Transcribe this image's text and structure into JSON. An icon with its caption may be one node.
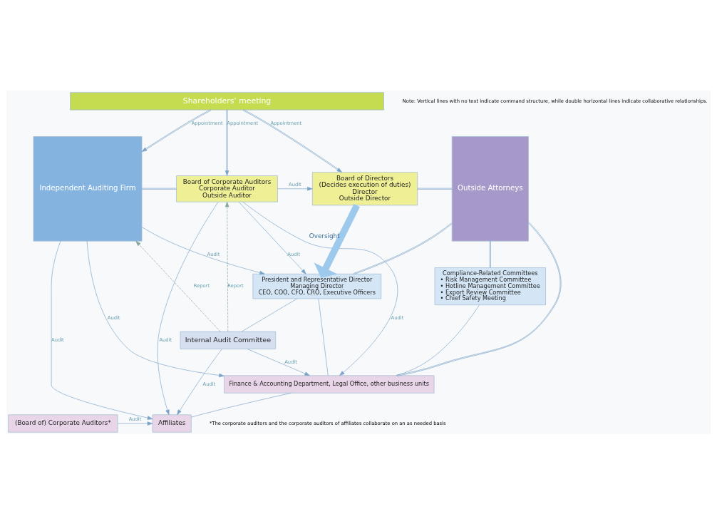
{
  "diagram": {
    "nodes": [
      {
        "text": [
          "Shareholders’ meeting"
        ]
      },
      {
        "text": [
          "Independent Auditing Firm"
        ]
      },
      {
        "text": [
          "Board of Corporate Auditors",
          "Corporate Auditor",
          "Outside Auditor"
        ]
      },
      {
        "text": [
          "Board of Directors",
          "(Decides execution of duties)",
          "Director",
          "Outside Director"
        ]
      },
      {
        "text": [
          "President and Representative Director",
          "Managing Director",
          "CEO, COO, CFO, CRO, Executive Officers"
        ]
      },
      {
        "text": [
          "Compliance-Related Committees",
          "• Risk Management Committee",
          "• Hotline Management Committee",
          "• Export Review Committee",
          "• Chief Safety Meeting"
        ]
      },
      {
        "text": [
          "Outside Attorneys"
        ]
      },
      {
        "text": [
          "Internal Audit Committee"
        ]
      },
      {
        "text": [
          "Finance & Accounting Department, Legal Office, other business units"
        ]
      },
      {
        "text": [
          "Affiliates"
        ]
      },
      {
        "text": [
          "(Board of) Corporate Auditors*"
        ]
      }
    ],
    "edges": [
      {
        "from": 0,
        "to": 1,
        "arrow": "to",
        "label": "Appointment"
      },
      {
        "from": 0,
        "to": 2,
        "arrow": "to",
        "label": "Appointment"
      },
      {
        "from": 0,
        "to": 3,
        "arrow": "to",
        "label": "Appointment"
      },
      {
        "from": 1,
        "to": 2,
        "arrow": "none"
      },
      {
        "from": 2,
        "to": 3,
        "arrow": "to",
        "label": "Audit"
      },
      {
        "from": 3,
        "to": 6,
        "arrow": "none"
      },
      {
        "from": 3,
        "to": 4,
        "arrow": "to",
        "label": "Oversight",
        "style": "thick"
      },
      {
        "from": 2,
        "to": 4,
        "arrow": "to",
        "label": "Audit"
      },
      {
        "from": 1,
        "to": 4,
        "arrow": "to",
        "label": "Audit"
      },
      {
        "from": 5,
        "to": 6,
        "arrow": "none"
      },
      {
        "from": 4,
        "to": 6,
        "arrow": "none"
      },
      {
        "from": 7,
        "to": 2,
        "arrow": "to",
        "label": "Report",
        "style": "dashed",
        "color": "#86a89a"
      },
      {
        "from": 7,
        "to": 1,
        "arrow": "to",
        "label": "Report",
        "style": "dashed",
        "color": "#86a89a"
      },
      {
        "from": 4,
        "to": 7,
        "arrow": "none"
      },
      {
        "from": 4,
        "to": 8,
        "arrow": "none"
      },
      {
        "from": 5,
        "to": 8,
        "arrow": "none"
      },
      {
        "from": 7,
        "to": 8,
        "arrow": "to",
        "label": "Audit"
      },
      {
        "from": 2,
        "to": 8,
        "arrow": "to",
        "label": "Audit"
      },
      {
        "from": 1,
        "to": 8,
        "arrow": "to",
        "label": "Audit"
      },
      {
        "from": 8,
        "to": 6,
        "arrow": "none"
      },
      {
        "from": 8,
        "to": 9,
        "arrow": "none"
      },
      {
        "from": 7,
        "to": 9,
        "arrow": "to",
        "label": "Audit"
      },
      {
        "from": 2,
        "to": 9,
        "arrow": "to",
        "label": "Audit"
      },
      {
        "from": 1,
        "to": 9,
        "arrow": "to",
        "label": "Audit"
      },
      {
        "from": 10,
        "to": 9,
        "arrow": "to",
        "label": "Audit"
      }
    ],
    "labels": [
      "Note: Vertical lines with no text indicate command structure, while double horizontal lines indicate collaborative relationships.",
      "*The corporate auditors and the corporate auditors of affiliates collaborate on an as needed basis"
    ]
  }
}
